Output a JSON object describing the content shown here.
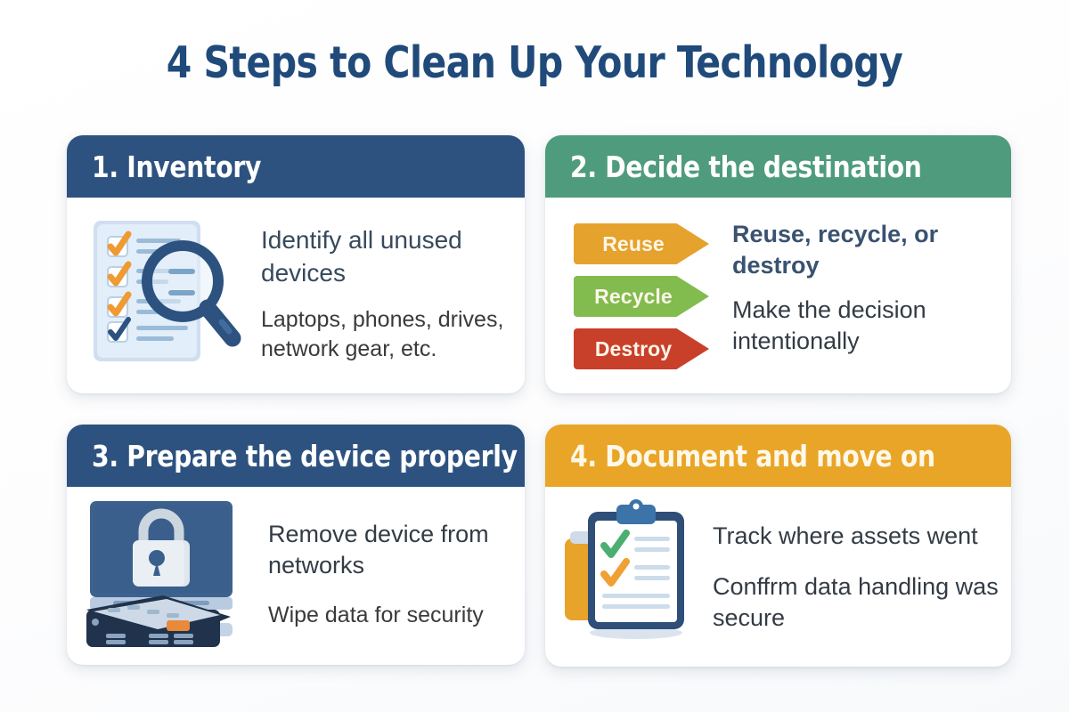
{
  "title": "4 Steps to Clean Up Your Technology",
  "colors": {
    "title": "#1f4a7a",
    "navy": "#2d5280",
    "green": "#4f9b7d",
    "amber": "#e9a527",
    "arrow_reuse": "#e5a22c",
    "arrow_recycle": "#82bb4e",
    "arrow_destroy": "#c9402a",
    "body_text": "#37495c",
    "secondary_text": "#3a3a3a",
    "background": "#ffffff"
  },
  "cards": [
    {
      "number": "1.",
      "heading": "1. Inventory",
      "header_color": "#2d5280",
      "icon": "clipboard-checklist-magnifier-icon",
      "primary": "Identify all unused devices",
      "secondary": "Laptops, phones, drives, network gear, etc."
    },
    {
      "number": "2.",
      "heading": "2. Decide the destination",
      "header_color": "#4f9b7d",
      "icon": "three-arrows-icon",
      "arrows": [
        {
          "label": "Reuse",
          "color": "#e5a22c"
        },
        {
          "label": "Recycle",
          "color": "#82bb4e"
        },
        {
          "label": "Destroy",
          "color": "#c9402a"
        }
      ],
      "primary": "Reuse, recycle, or destroy",
      "secondary": "Make the decision intentionally"
    },
    {
      "number": "3.",
      "heading": "3. Prepare the device properly",
      "header_color": "#2d5280",
      "icon": "monitor-padlock-device-icon",
      "primary": "Remove device from networks",
      "secondary": "Wipe data for security"
    },
    {
      "number": "4.",
      "heading": "4. Document and move on",
      "header_color": "#e9a527",
      "icon": "clipboard-folder-checkmarks-icon",
      "primary": "Track where assets went",
      "secondary": "Conffrm data handling was secure"
    }
  ]
}
